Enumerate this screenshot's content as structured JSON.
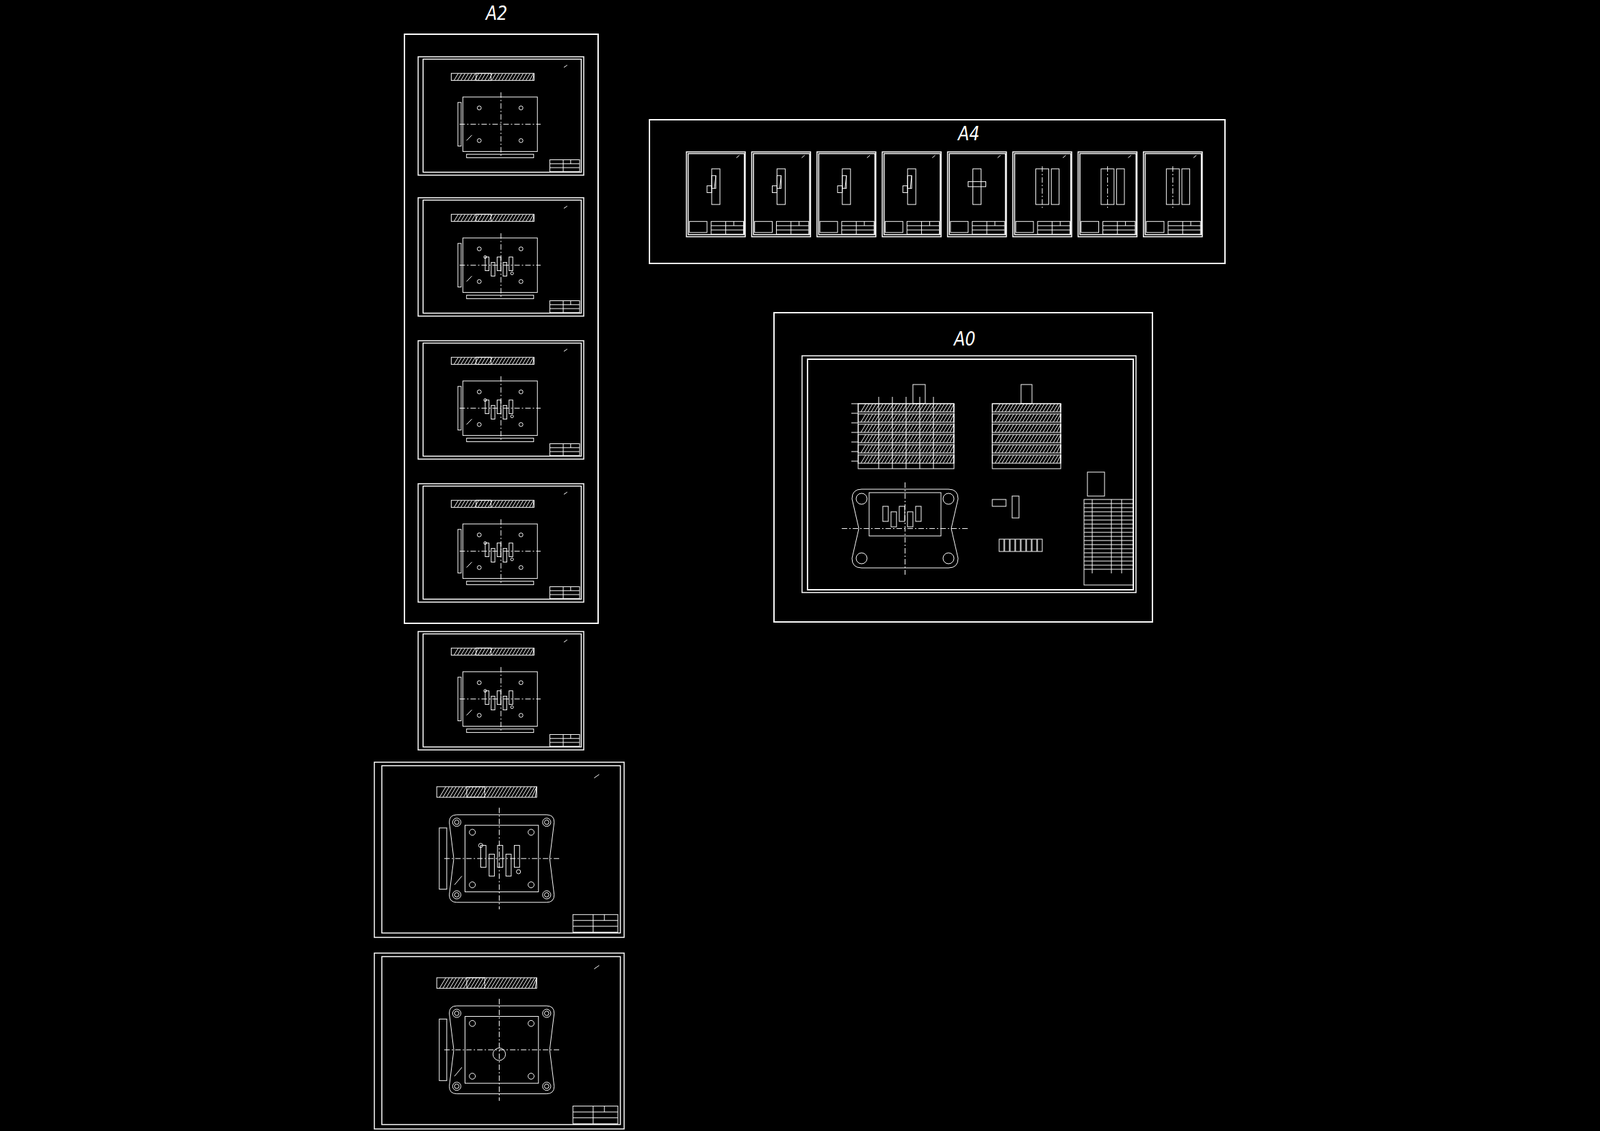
{
  "diagram": {
    "nodes": [
      {
        "text": [
          "A2"
        ]
      },
      {
        "text": [
          "A4"
        ]
      },
      {
        "text": [
          "A0"
        ]
      }
    ]
  }
}
